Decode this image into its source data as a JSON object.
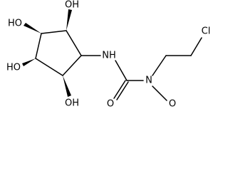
{
  "molecule": {
    "atoms": {
      "oh_top_right": "OH",
      "ho_upper_left": "HO",
      "ho_lower_left": "HO",
      "oh_bottom": "OH",
      "nh": "NH",
      "n_nitroso": "N",
      "o_carbonyl": "O",
      "o_nitroso": "O",
      "cl": "Cl"
    }
  }
}
